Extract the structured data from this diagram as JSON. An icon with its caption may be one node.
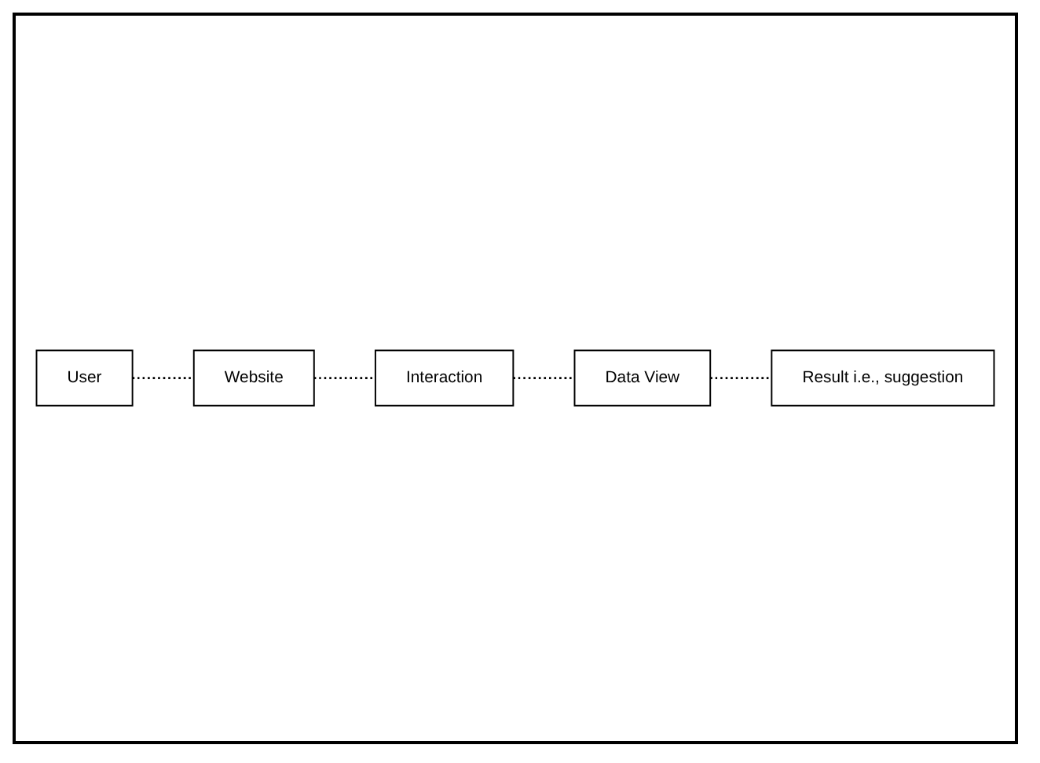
{
  "diagram": {
    "nodes": [
      {
        "text": [
          "User"
        ]
      },
      {
        "text": [
          "Website"
        ]
      },
      {
        "text": [
          "Interaction"
        ]
      },
      {
        "text": [
          "Data View"
        ]
      },
      {
        "text": [
          "Result i.e., suggestion"
        ]
      }
    ],
    "edges": [
      {
        "from": 0,
        "to": 1,
        "arrow": "none",
        "style": "dashed"
      },
      {
        "from": 1,
        "to": 2,
        "arrow": "none",
        "style": "dashed"
      },
      {
        "from": 2,
        "to": 3,
        "arrow": "none",
        "style": "dashed"
      },
      {
        "from": 3,
        "to": 4,
        "arrow": "none",
        "style": "dashed"
      }
    ]
  }
}
